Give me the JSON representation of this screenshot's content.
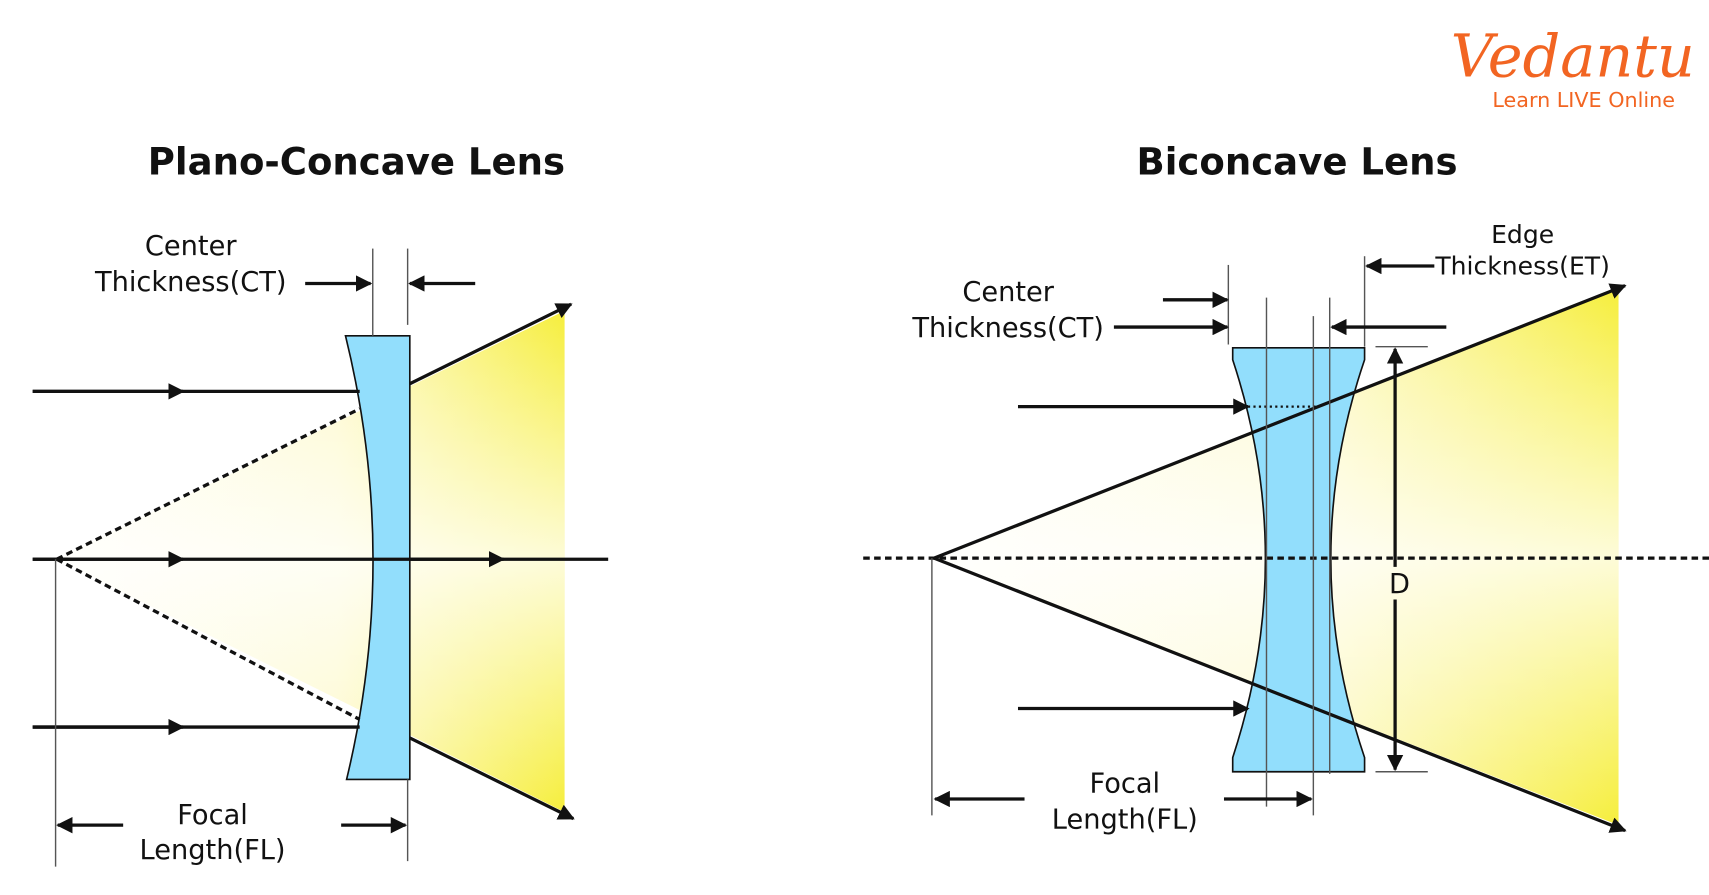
{
  "logo": {
    "brand": "Vedantu",
    "tagline": "Learn LIVE Online",
    "color": "#f26522"
  },
  "left": {
    "title": "Plano-Concave Lens",
    "ct_line1": "Center",
    "ct_line2": "Thickness(CT)",
    "fl_line1": "Focal",
    "fl_line2": "Length(FL)"
  },
  "right": {
    "title": "Biconcave Lens",
    "ct_line1": "Center",
    "ct_line2": "Thickness(CT)",
    "et_line1": "Edge",
    "et_line2": "Thickness(ET)",
    "diameter": "D",
    "fl_line1": "Focal",
    "fl_line2": "Length(FL)"
  },
  "colors": {
    "lens": "#92defc",
    "light": "#f6ee3c"
  }
}
